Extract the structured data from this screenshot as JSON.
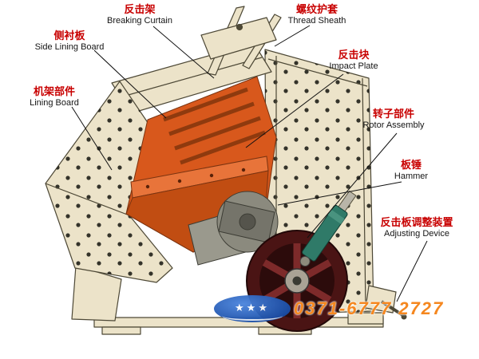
{
  "labels": {
    "breaking_curtain": {
      "zh": "反击架",
      "en": "Breaking Curtain"
    },
    "thread_sheath": {
      "zh": "螺纹护套",
      "en": "Thread Sheath"
    },
    "side_lining_board": {
      "zh": "侧衬板",
      "en": "Side Lining Board"
    },
    "impact_plate": {
      "zh": "反击块",
      "en": "Impact Plate"
    },
    "lining_board": {
      "zh": "机架部件",
      "en": "Lining Board"
    },
    "rotor_assembly": {
      "zh": "转子部件",
      "en": "Rotor Assembly"
    },
    "hammer": {
      "zh": "板锤",
      "en": "Hammer"
    },
    "adjusting_device": {
      "zh": "反击板调整装置",
      "en": "Adjusting Device"
    }
  },
  "watermark": {
    "phone": "0371-6777 2727",
    "logo_stars": "★★★"
  },
  "colors": {
    "label_chinese": "#c80000",
    "label_english": "#141414",
    "body_cream": "#ece3c9",
    "chamber_orange": "#d8581c",
    "flywheel_maroon": "#4a1414",
    "cylinder_teal": "#2f7a68",
    "phone_orange": "#f5871f",
    "logo_blue": "#1b4fa8"
  }
}
